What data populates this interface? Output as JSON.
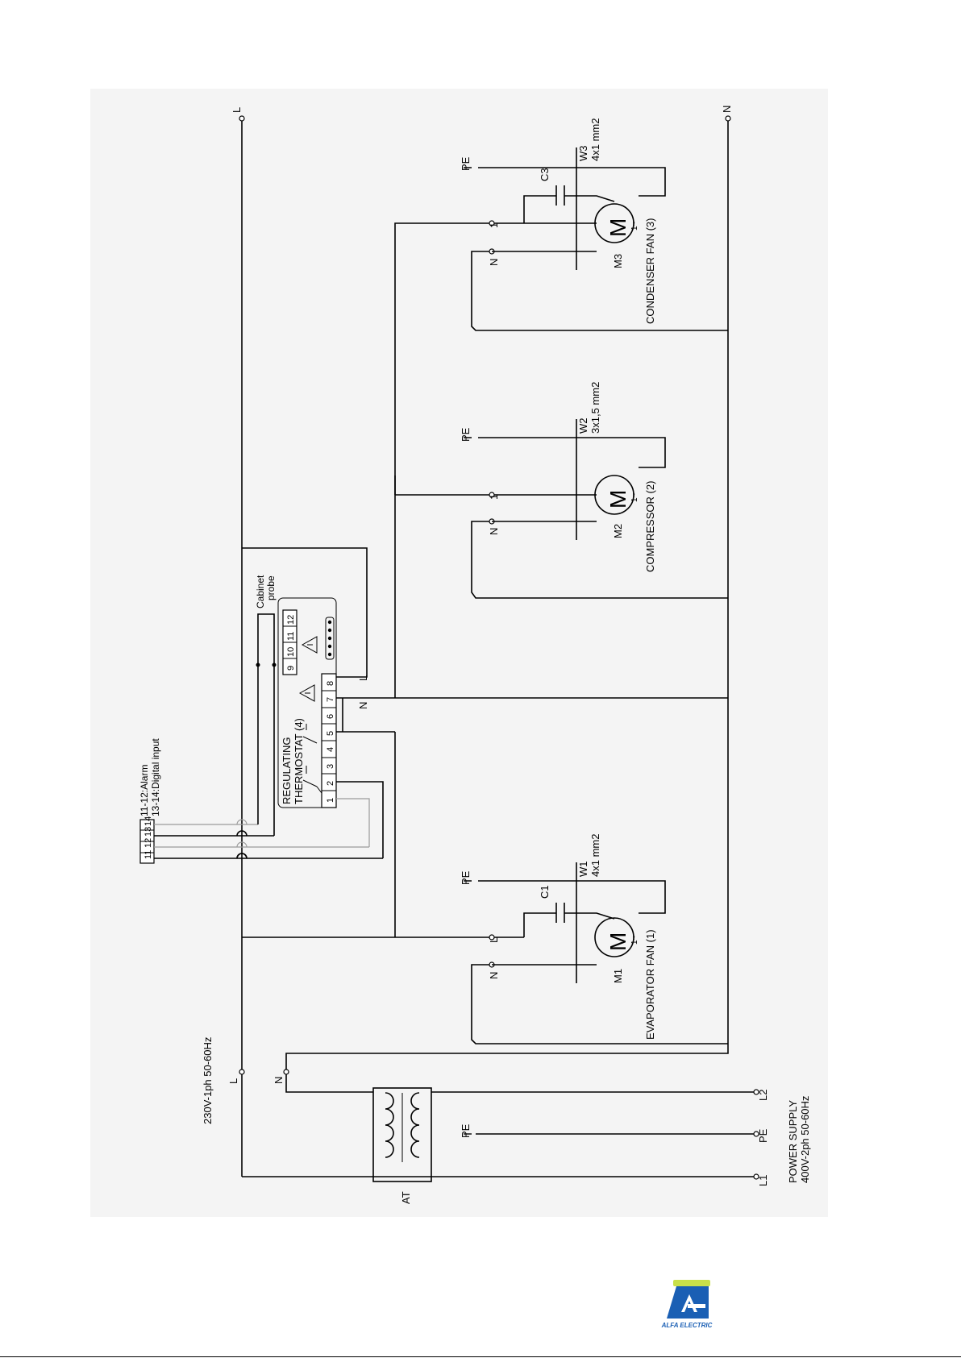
{
  "diagram": {
    "supply_left": {
      "title": "230V-1ph 50-60Hz",
      "line": "L",
      "neutral": "N"
    },
    "supply_bottom": {
      "title_line1": "POWER SUPPLY",
      "title_line2": "400V-2ph 50-60Hz",
      "terminals": [
        "L1",
        "PE",
        "L2"
      ]
    },
    "transformer_label": "AT",
    "top_bus_labels": {
      "line": "L",
      "neutral": "N"
    },
    "thermostat": {
      "title_line1": "REGULATING",
      "title_line2": "THERMOSTAT (4)",
      "terminals_lower": [
        "1",
        "2",
        "3",
        "4",
        "5",
        "6",
        "7",
        "8"
      ],
      "terminals_upper": [
        "9",
        "10",
        "11",
        "12"
      ],
      "probe_line1": "Cabinet",
      "probe_line2": "probe",
      "n_label": "N",
      "l_label": "L"
    },
    "aux_block": {
      "terminals": [
        "11",
        "12",
        "13",
        "14"
      ],
      "legend_line1": "11-12:Alarm",
      "legend_line2": "13-14:Digital input"
    },
    "motors": [
      {
        "id": "M1",
        "symbol": "M",
        "phase": "1~",
        "name": "EVAPORATOR FAN (1)",
        "wire": "W1",
        "wire_spec": "4x1 mm2",
        "capacitor": "C1",
        "pe": "PE",
        "live": "L",
        "neutral": "N"
      },
      {
        "id": "M2",
        "symbol": "M",
        "phase": "1~",
        "name": "COMPRESSOR (2)",
        "wire": "W2",
        "wire_spec": "3x1,5 mm2",
        "pe": "PE",
        "live": "1",
        "neutral": "N"
      },
      {
        "id": "M3",
        "symbol": "M",
        "phase": "1~",
        "name": "CONDENSER FAN (3)",
        "wire": "W3",
        "wire_spec": "4x1 mm2",
        "capacitor": "C3",
        "pe": "PE",
        "live": "1",
        "neutral": "N"
      }
    ]
  },
  "logo": {
    "text": "ALFA ELECTRIC",
    "colors": {
      "blue": "#1a5fb4",
      "green": "#c8e04a"
    }
  }
}
